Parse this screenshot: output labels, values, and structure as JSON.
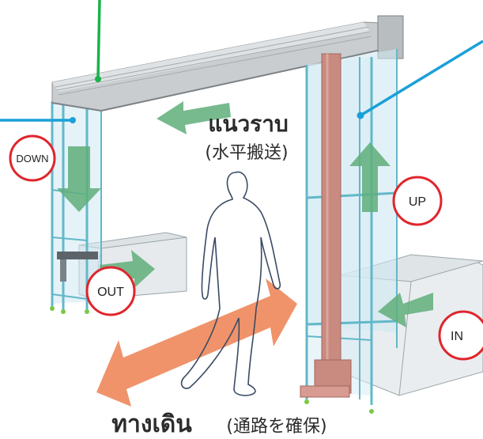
{
  "labels": {
    "horizontal_thai": "แนวราบ",
    "horizontal_jp": "(水平搬送)",
    "walkway_thai": "ทางเดิน",
    "walkway_jp": "(通路を確保)"
  },
  "badges": {
    "down": "DOWN",
    "up": "UP",
    "out": "OUT",
    "in": "IN"
  },
  "colors": {
    "badge_ring": "#e0252b",
    "arrow_green": "#5fae7a",
    "walk_arrow": "#f0936b",
    "leader_blue": "#1aa0d8",
    "leader_green": "#19b34a",
    "frame": "#62b8c8",
    "lift_post": "#c98a80"
  },
  "icons": {
    "walking_person": "person-outline-icon"
  }
}
